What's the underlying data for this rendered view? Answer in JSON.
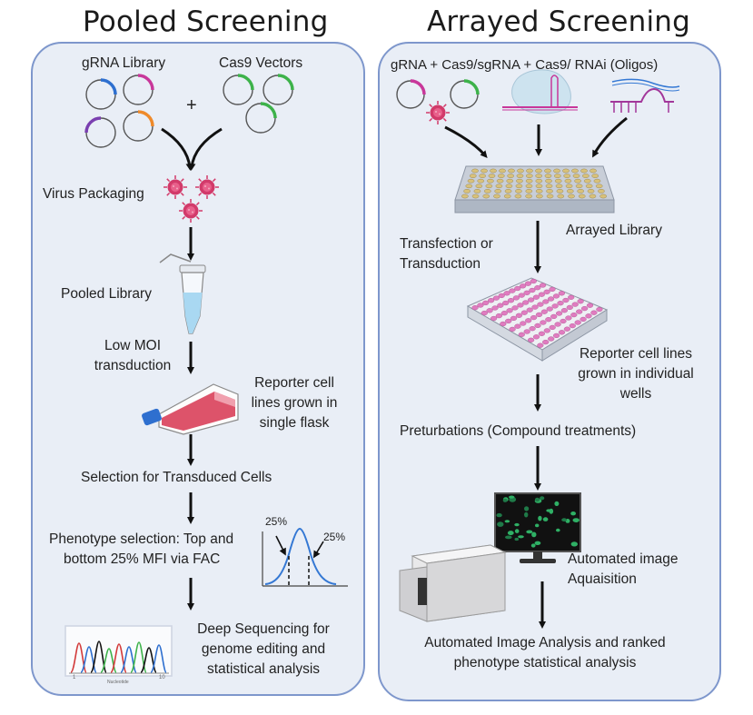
{
  "pooled": {
    "title": "Pooled Screening",
    "grna_library": "gRNA Library",
    "plus": "+",
    "cas9_vectors": "Cas9 Vectors",
    "virus_packaging": "Virus Packaging",
    "pooled_library": "Pooled Library",
    "low_moi_line1": "Low MOI",
    "low_moi_line2": "transduction",
    "reporter_line1": "Reporter cell",
    "reporter_line2": "lines grown in",
    "reporter_line3": "single flask",
    "selection": "Selection for Transduced Cells",
    "phenotype_line1": "Phenotype selection: Top and",
    "phenotype_line2": "bottom 25% MFI via FAC",
    "pct_left": "25%",
    "pct_right": "25%",
    "deepseq_line1": "Deep Sequencing for",
    "deepseq_line2": "genome editing and",
    "deepseq_line3": "statistical analysis",
    "chrom_tick_start": "1",
    "chrom_tick_end": "10",
    "chrom_axis_label": "Nucleotide"
  },
  "arrayed": {
    "title": "Arrayed Screening",
    "reagents_header": "gRNA + Cas9/sgRNA + Cas9/ RNAi (Oligos)",
    "transfection_line1": "Transfection or",
    "transfection_line2": "Transduction",
    "arrayed_library": "Arrayed Library",
    "reporter_line1": "Reporter cell lines",
    "reporter_line2": "grown in individual",
    "reporter_line3": "wells",
    "perturbations": "Preturbations (Compound treatments)",
    "imaging_line1": "Automated image",
    "imaging_line2": "Aquaisition",
    "analysis_line1": "Automated Image Analysis and ranked",
    "analysis_line2": "phenotype statistical analysis"
  },
  "colors": {
    "panel_border": "#7e97cc",
    "panel_fill": "#e9eef6",
    "virus": "#d23a6a",
    "plasmid_blue": "#2e6fcf",
    "plasmid_magenta": "#c8379a",
    "plasmid_purple": "#7a3fb0",
    "plasmid_orange": "#ef8a2a",
    "plasmid_green": "#3db24a",
    "well_pink": "#e07cc0",
    "flask_red": "#d9405a",
    "curve_blue": "#3478d4",
    "rnai_purple": "#a2379a"
  },
  "icons": [
    "plasmid-icon",
    "virus-icon",
    "tube-icon",
    "flask-icon",
    "histogram-icon",
    "chromatogram-icon",
    "sgrna-icon",
    "rnai-icon",
    "well-plate-icon",
    "monitor-icon",
    "imager-icon",
    "arrow-icon"
  ]
}
